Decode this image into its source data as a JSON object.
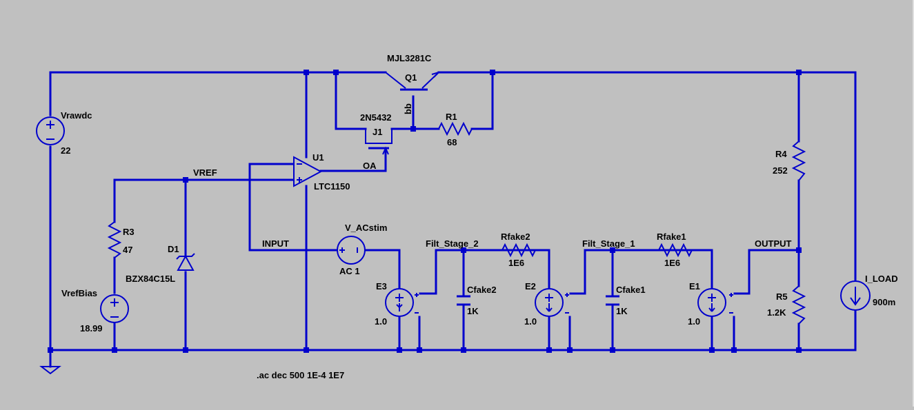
{
  "schematic": {
    "labels": {
      "q1_model": "MJL3281C",
      "q1_ref": "Q1",
      "q1_pin": "bb",
      "j1_model": "2N5432",
      "j1_ref": "J1",
      "r1_ref": "R1",
      "r1_value": "68",
      "vrawdc_ref": "Vrawdc",
      "vrawdc_value": "22",
      "u1_ref": "U1",
      "u1_model": "LTC1150",
      "oa_net": "OA",
      "vref_net": "VREF",
      "r3_ref": "R3",
      "r3_value": "47",
      "d1_ref": "D1",
      "d1_model": "BZX84C15L",
      "vrefbias_ref": "VrefBias",
      "vrefbias_value": "18.99",
      "input_net": "INPUT",
      "vac_ref": "V_ACstim",
      "vac_value": "AC 1",
      "e3_ref": "E3",
      "e3_value": "1.0",
      "filt2_net": "Filt_Stage_2",
      "rfake2_ref": "Rfake2",
      "rfake2_value": "1E6",
      "cfake2_ref": "Cfake2",
      "cfake2_value": "1K",
      "e2_ref": "E2",
      "e2_value": "1.0",
      "filt1_net": "Filt_Stage_1",
      "rfake1_ref": "Rfake1",
      "rfake1_value": "1E6",
      "cfake1_ref": "Cfake1",
      "cfake1_value": "1K",
      "e1_ref": "E1",
      "e1_value": "1.0",
      "output_net": "OUTPUT",
      "r4_ref": "R4",
      "r4_value": "252",
      "r5_ref": "R5",
      "r5_value": "1.2K",
      "iload_ref": "I_LOAD",
      "iload_value": "900m",
      "directive": ".ac dec 500 1E-4 1E7"
    },
    "colors": {
      "wire": "#0000cc",
      "background": "#c0c0c0",
      "text": "#000000"
    }
  }
}
